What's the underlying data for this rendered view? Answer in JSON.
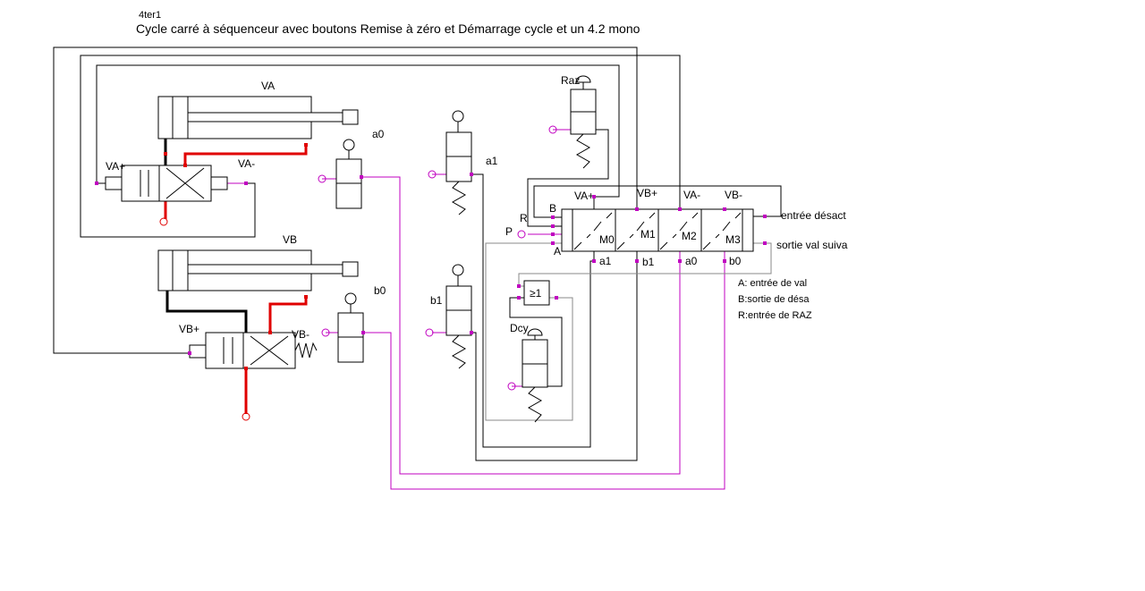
{
  "header": {
    "code": "4ter1",
    "title": "Cycle carré  à séquenceur   avec boutons Remise à zéro  et Démarrage cycle  et un 4.2 mono"
  },
  "cylinders": {
    "va": {
      "label": "VA",
      "pilot_plus": "VA+",
      "pilot_minus": "VA-"
    },
    "vb": {
      "label": "VB",
      "pilot_plus": "VB+",
      "pilot_minus": "VB-"
    }
  },
  "sensors": {
    "a0": "a0",
    "a1": "a1",
    "b0": "b0",
    "b1": "b1"
  },
  "buttons": {
    "raz": "Raz",
    "dcy": "Dcy"
  },
  "or_gate": {
    "label": "≥1"
  },
  "sequencer": {
    "left_ports": {
      "b": "B",
      "r": "R",
      "p": "P",
      "a": "A"
    },
    "outputs": [
      "VA+",
      "VB+",
      "VA-",
      "VB-"
    ],
    "modules": [
      "M0",
      "M1",
      "M2",
      "M3"
    ],
    "inputs": [
      "a1",
      "b1",
      "a0",
      "b0"
    ],
    "right_top": "entrée désact",
    "right_bottom": "sortie val suiva"
  },
  "legend": [
    "A: entrée de val",
    "B:sortie de désa",
    "R:entrée de RAZ"
  ],
  "colors": {
    "pneumatic_power": "#e00000",
    "signal": "#c000c0",
    "logic": "#888888",
    "line": "#000000"
  }
}
